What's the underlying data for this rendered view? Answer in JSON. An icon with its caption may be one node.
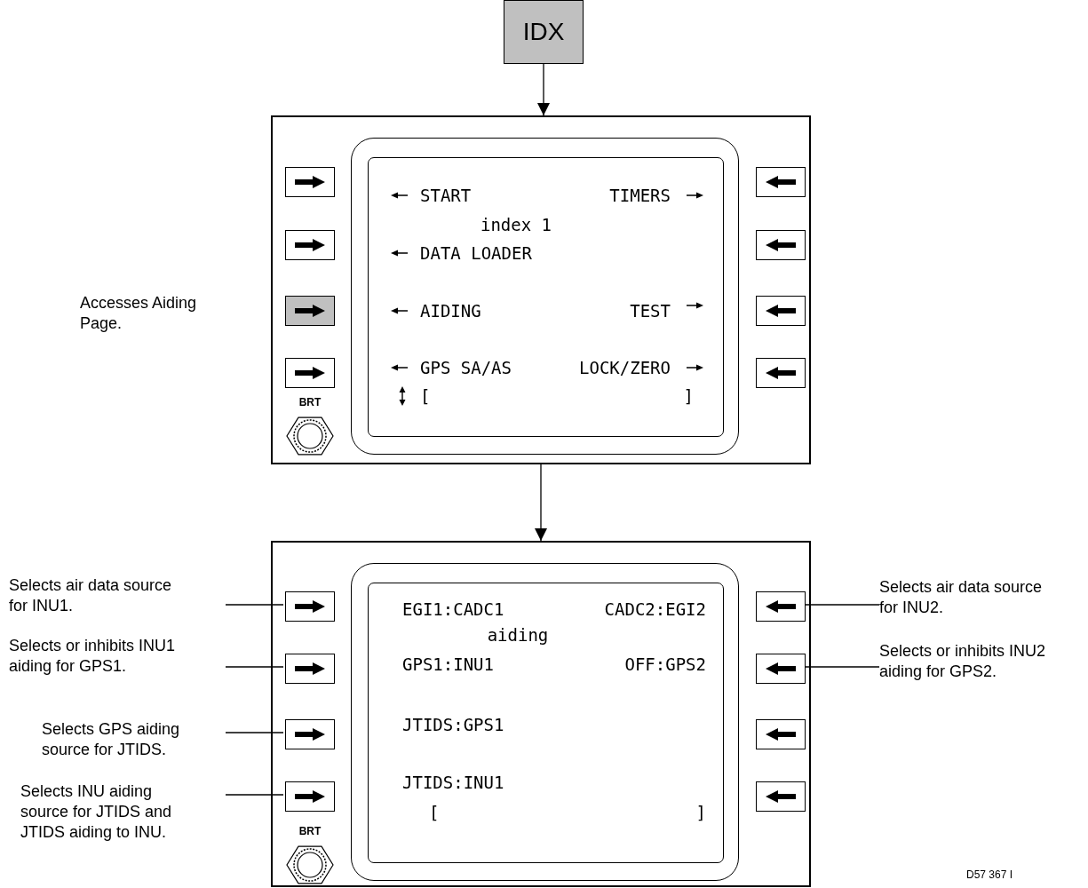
{
  "diagram": {
    "nodes": [
      {
        "text": [
          "IDX"
        ]
      },
      {
        "text": [],
        "shape": "box"
      },
      {
        "text": [
          "START",
          "TIMERS",
          "index 1",
          "DATA LOADER",
          "AIDING",
          "TEST",
          "GPS SA/AS",
          "LOCK/ZERO",
          "[",
          "]"
        ],
        "in": 1
      },
      {
        "text": [],
        "shape": "box",
        "in": 1
      },
      {
        "text": [],
        "shape": "box",
        "in": 1
      },
      {
        "text": [],
        "shape": "box",
        "in": 1
      },
      {
        "text": [],
        "shape": "box",
        "in": 1
      },
      {
        "text": [],
        "shape": "box",
        "in": 1
      },
      {
        "text": [],
        "shape": "box",
        "in": 1
      },
      {
        "text": [],
        "shape": "box",
        "in": 1
      },
      {
        "text": [],
        "shape": "box",
        "in": 1
      },
      {
        "text": [
          "BRT"
        ],
        "in": 1
      },
      {
        "text": [],
        "shape": "box"
      },
      {
        "text": [
          "EGI1:CADC1",
          "CADC2:EGI2",
          "aiding",
          "GPS1:INU1",
          "OFF:GPS2",
          "JTIDS:GPS1",
          "JTIDS:INU1",
          "[",
          "]"
        ],
        "in": 12
      },
      {
        "text": [],
        "shape": "box",
        "in": 12
      },
      {
        "text": [],
        "shape": "box",
        "in": 12
      },
      {
        "text": [],
        "shape": "box",
        "in": 12
      },
      {
        "text": [],
        "shape": "box",
        "in": 12
      },
      {
        "text": [],
        "shape": "box",
        "in": 12
      },
      {
        "text": [],
        "shape": "box",
        "in": 12
      },
      {
        "text": [],
        "shape": "box",
        "in": 12
      },
      {
        "text": [],
        "shape": "box",
        "in": 12
      },
      {
        "text": [
          "BRT"
        ],
        "in": 12
      },
      {
        "text": [
          "Selects air data source for INU1."
        ]
      },
      {
        "text": [
          "Selects or inhibits INU1 aiding for GPS1."
        ]
      },
      {
        "text": [
          "Selects GPS aiding source for JTIDS."
        ]
      },
      {
        "text": [
          "Selects INU aiding source for JTIDS and JTIDS aiding to INU."
        ]
      },
      {
        "text": [
          "Selects air data source for INU2."
        ]
      },
      {
        "text": [
          "Selects or inhibits INU2 aiding for GPS2."
        ]
      }
    ],
    "edges": [
      {
        "from": 0,
        "to": 1,
        "arrow": "to"
      },
      {
        "from": 1,
        "to": 12,
        "arrow": "to"
      },
      {
        "from": 23,
        "to": 14,
        "arrow": "none"
      },
      {
        "from": 24,
        "to": 15,
        "arrow": "none"
      },
      {
        "from": 25,
        "to": 16,
        "arrow": "none"
      },
      {
        "from": 26,
        "to": 17,
        "arrow": "none"
      },
      {
        "from": 27,
        "to": 18,
        "arrow": "none"
      },
      {
        "from": 28,
        "to": 19,
        "arrow": "none"
      }
    ],
    "labels": [
      "Accesses Aiding Page.",
      "D57 367 I"
    ]
  }
}
